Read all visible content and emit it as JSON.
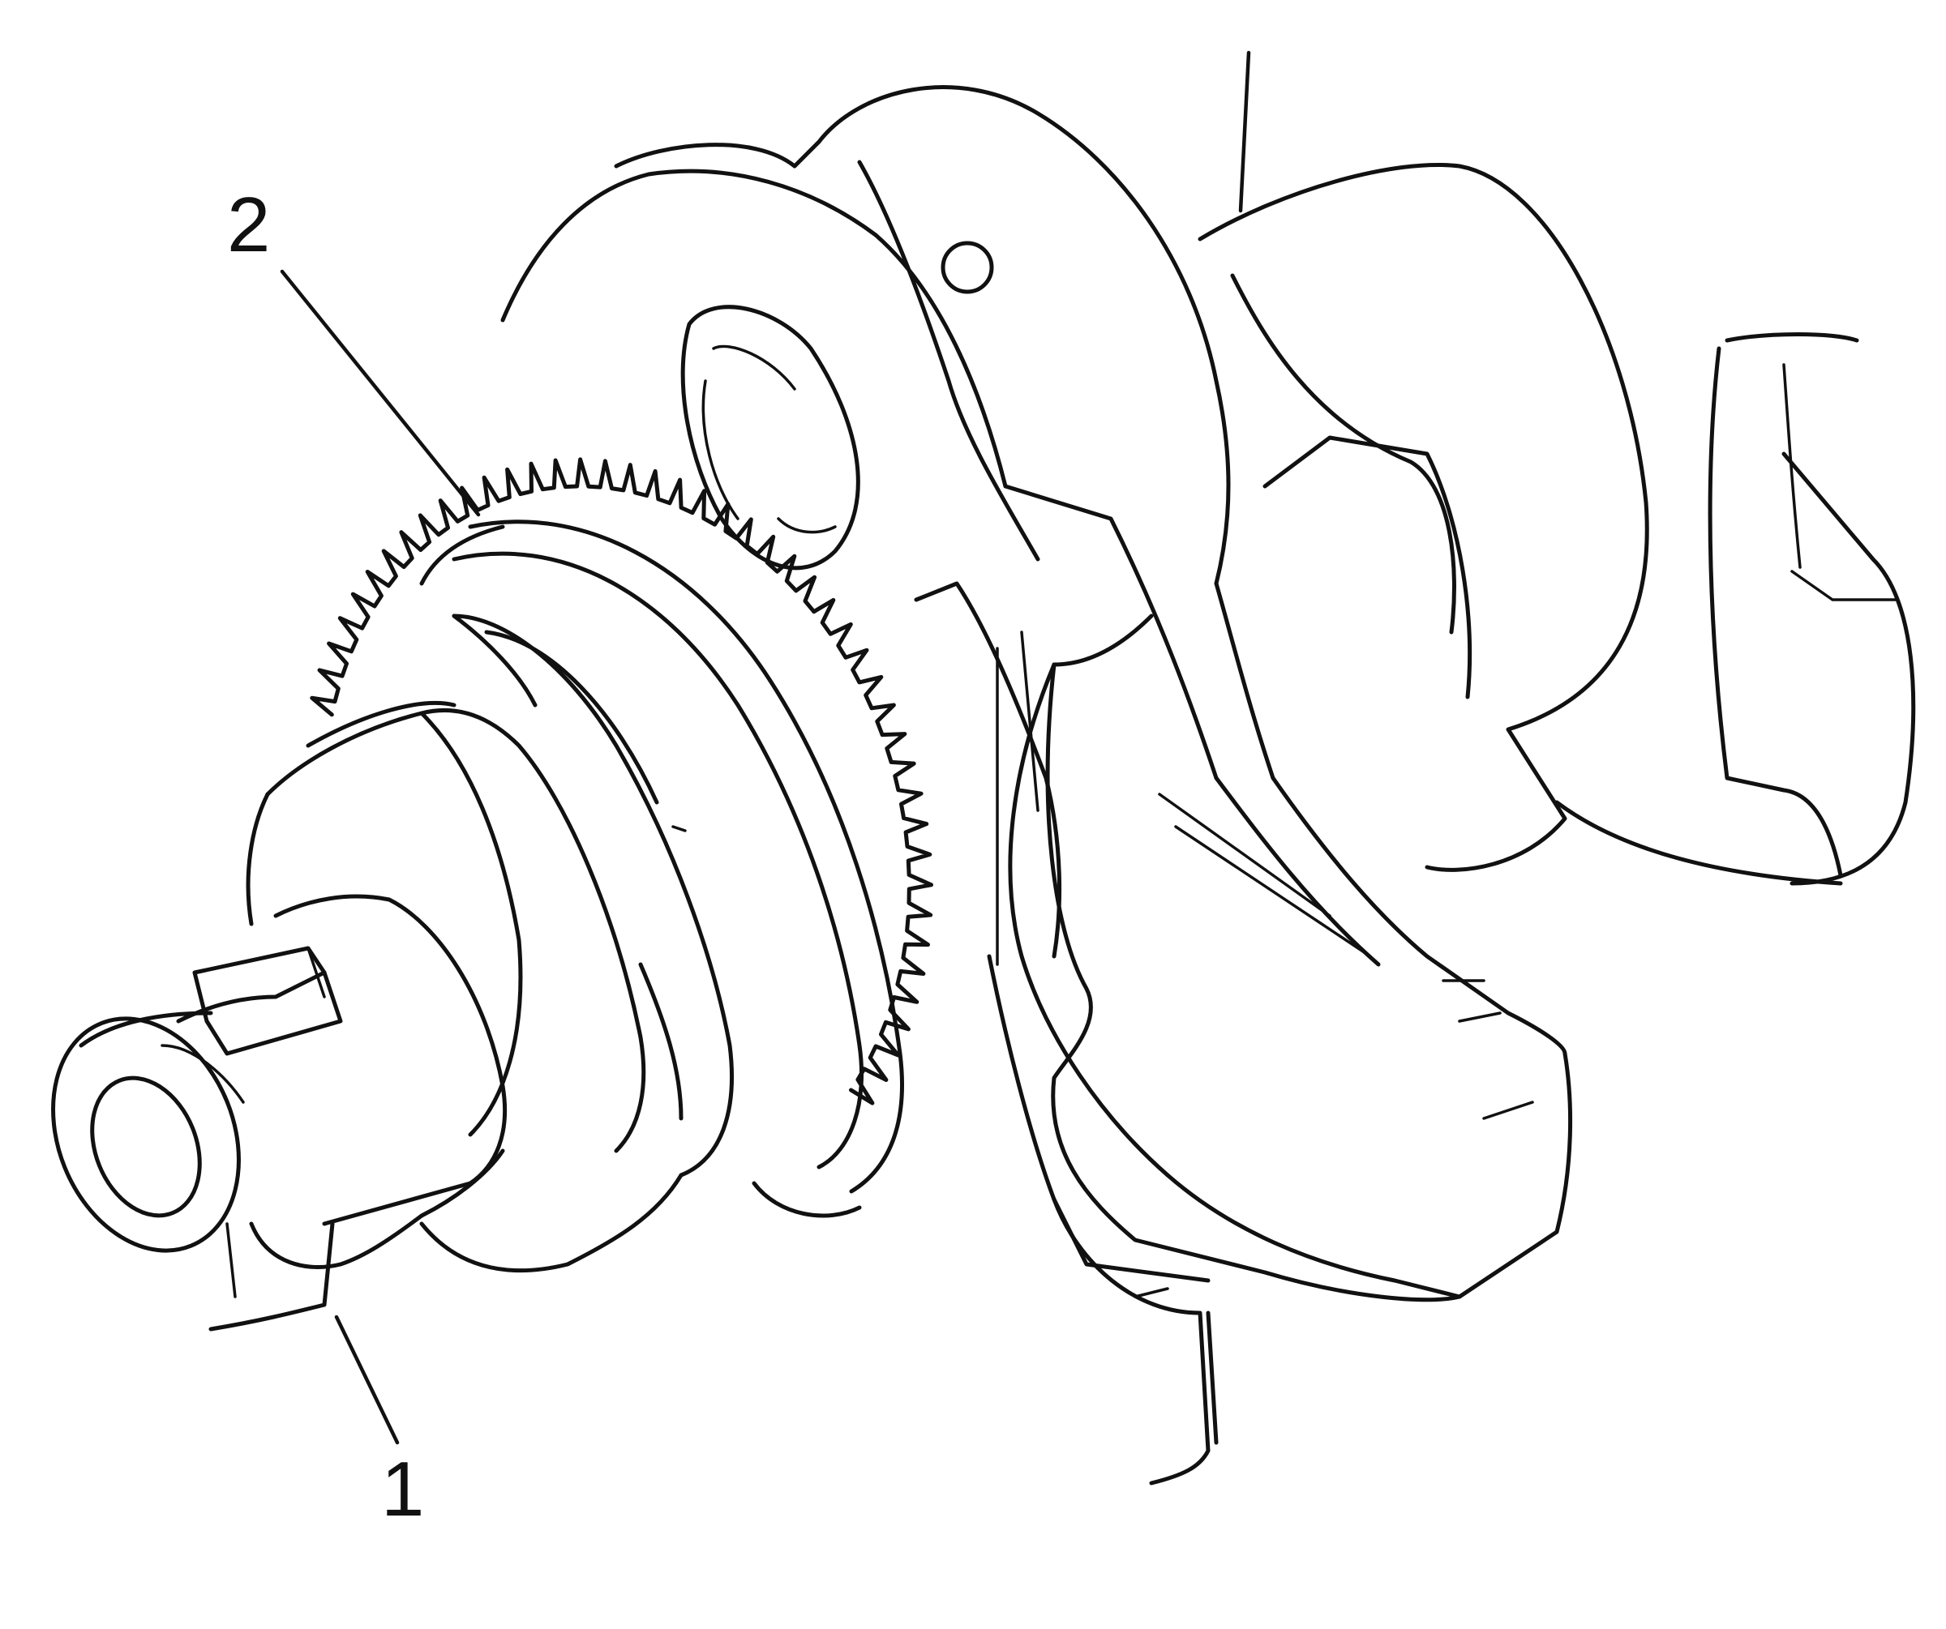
{
  "diagram": {
    "callouts": [
      {
        "label": "1",
        "target": "crankshaft-nose"
      },
      {
        "label": "2",
        "target": "reluctor-ring"
      }
    ],
    "colors": {
      "ink": "#111111",
      "paper": "#ffffff"
    }
  }
}
